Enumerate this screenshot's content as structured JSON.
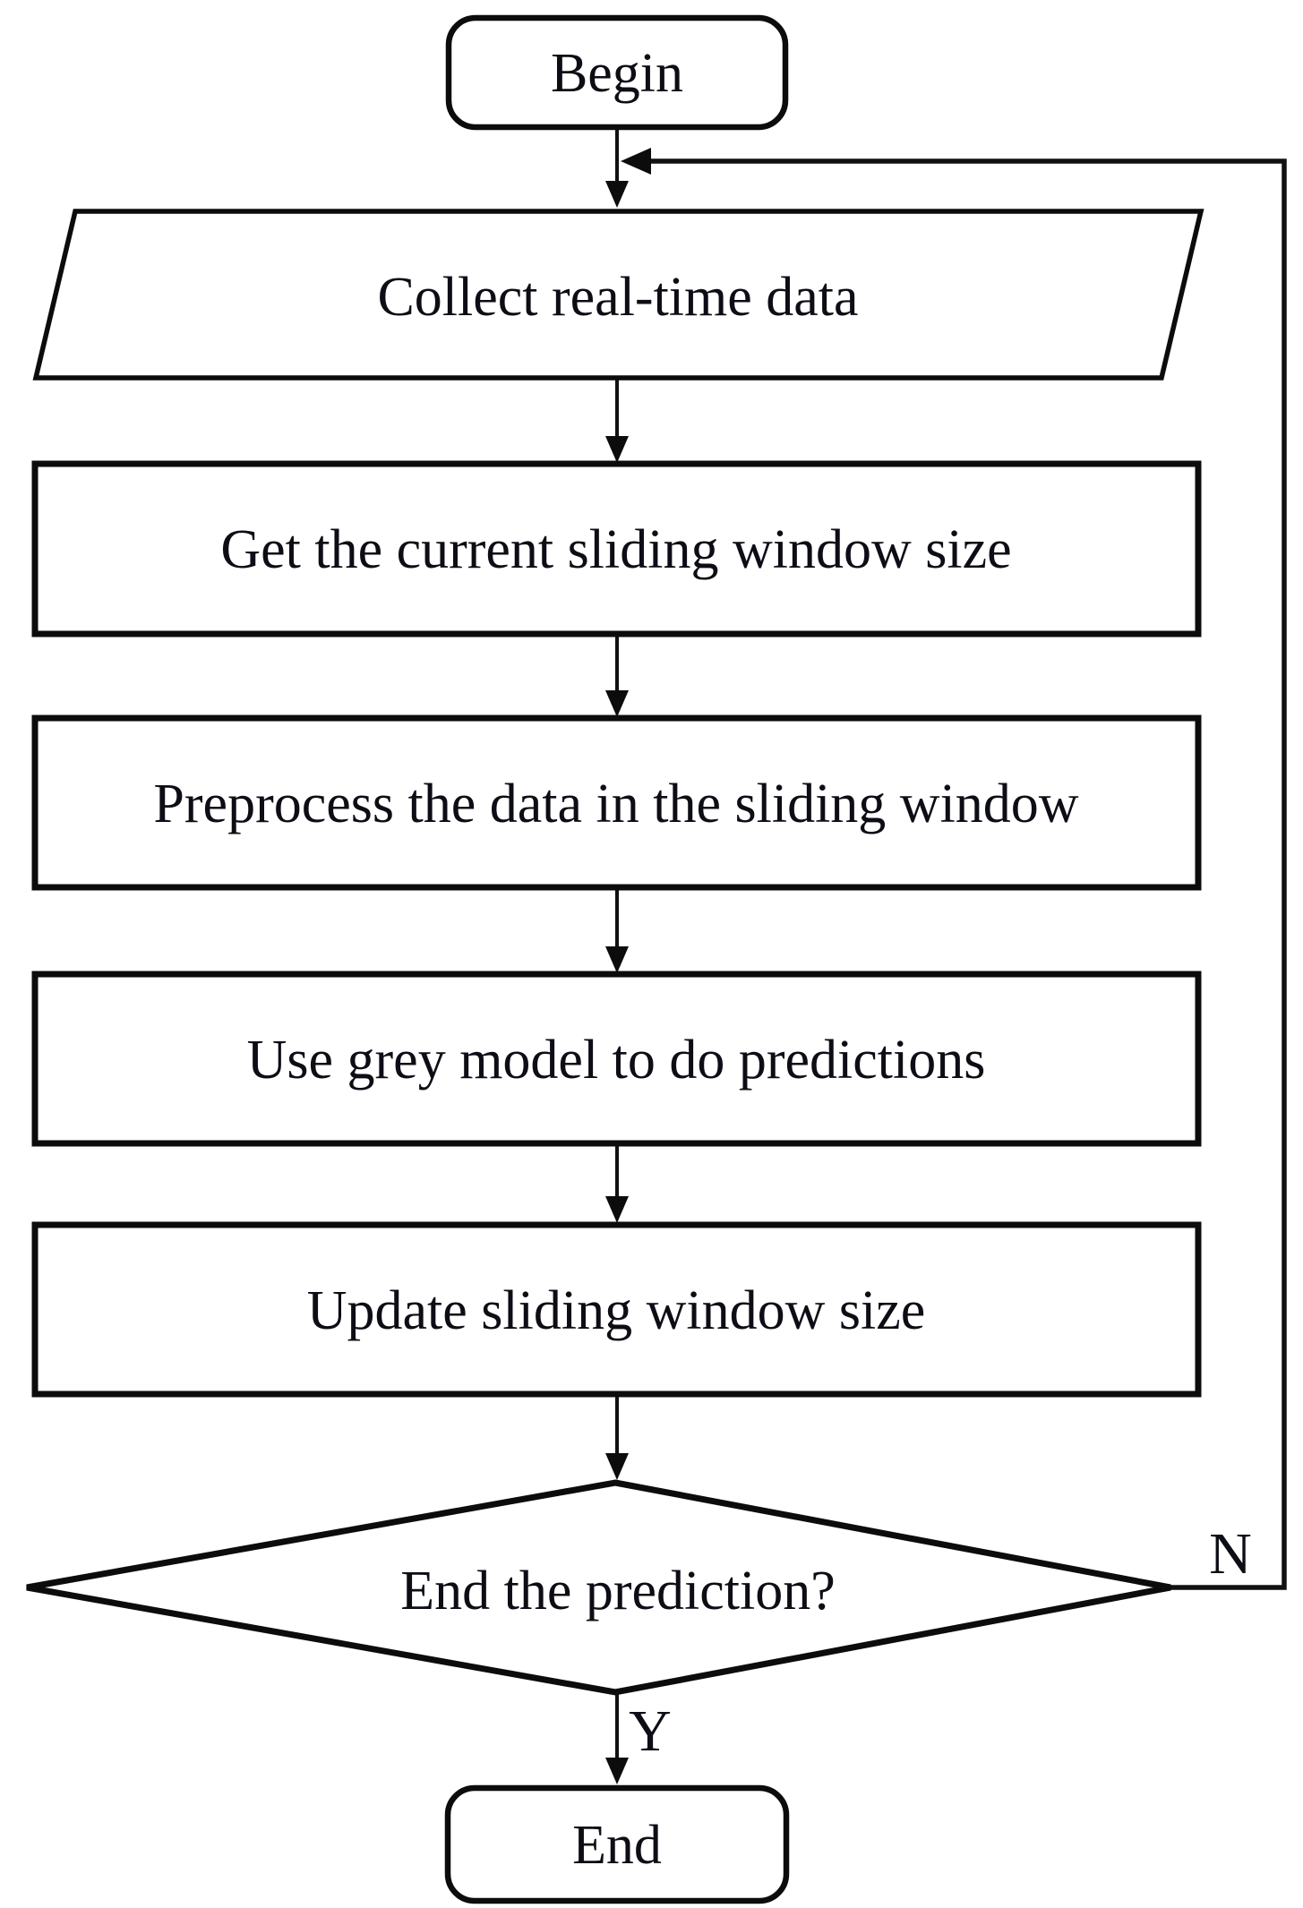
{
  "flowchart": {
    "background_color": "#ffffff",
    "line_color": "#0c0c0c",
    "text_color": "#0d0d16",
    "nodes": {
      "begin": {
        "shape": "terminator",
        "label": "Begin"
      },
      "collect": {
        "shape": "parallelogram",
        "label": "Collect real-time data"
      },
      "get_window": {
        "shape": "process",
        "label": "Get the current sliding window size"
      },
      "preprocess": {
        "shape": "process",
        "label": "Preprocess the data in the sliding window"
      },
      "predict": {
        "shape": "process",
        "label": "Use grey model to do predictions"
      },
      "update": {
        "shape": "process",
        "label": "Update sliding window size"
      },
      "decision": {
        "shape": "decision",
        "label": "End the prediction?"
      },
      "end": {
        "shape": "terminator",
        "label": "End"
      }
    },
    "branches": {
      "no_label": "N",
      "yes_label": "Y"
    }
  }
}
